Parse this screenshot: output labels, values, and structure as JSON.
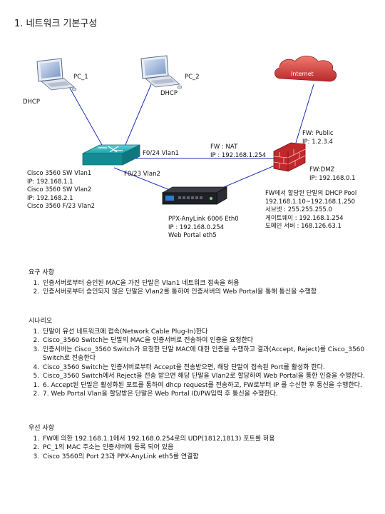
{
  "title": "1. 네트워크 기본구성",
  "diagram": {
    "pc1_label": "PC_1",
    "pc2_label": "PC_2",
    "dhcp_left": "DHCP",
    "dhcp_mid": "DHCP",
    "internet_label": "Internet",
    "fw_nat_lines": [
      "FW : NAT",
      "IP : 192.168.1.254"
    ],
    "fw_public_lines": [
      "FW: Public",
      "IP: 1.2.3.4"
    ],
    "fw_dmz_lines": [
      "FW:DMZ",
      "IP: 192.168.0.1"
    ],
    "port_f024": "F0/24  Vlan1",
    "port_f023": "F0/23 Vlan2",
    "switch_info": [
      "Cisco 3560 SW Vlan1",
      "IP: 192.168.1.1",
      "Cisco 3560 SW Vlan2",
      "IP: 192.168.2.1",
      "Cisco 3560 F/23 Vlan2"
    ],
    "ppx_info": [
      "PPX-AnyLink 6006 Eth0",
      "IP : 192.168.0.254",
      "Web Portal eth5"
    ],
    "dhcp_pool": [
      "FW에서 할당된 단말의 DHCP Pool",
      "192.168.1.10~192.168.1.250",
      "서브넷 : 255.255.255.0",
      "게이트웨이 : 192.168.1.254",
      "도메인 서버 : 168.126.63.1"
    ]
  },
  "requirements": {
    "heading": "요구 사항",
    "items": [
      "인증서버로부터 승인된 MAC을 가진 단말은 Vlan1 네트워크 접속을 허용",
      "인증서버로부터 승인되지 않은 단말은 Vlan2를 통하여 인증서버의 Web Portal을 통해 통신을 수행함"
    ]
  },
  "scenario": {
    "heading": "시나리오",
    "items": [
      "단말이 유선 네트워크에 접속(Network Cable Plug-In)한다",
      "Cisco_3560 Switch는 단말의 MAC을 인증서버로 전송하여 인증을 요청한다",
      "인증서버는 Cisco_3560 Switch가 요청한 단말 MAC에 대한 인증을 수행하고 결과(Accept, Reject)를 Cisco_3560 Switch로 전송한다",
      "Cisco_3560 Switch는 인증서버로부터 Accept을 전송받으면, 해당 단말이 접속된 Port를 활성화 한다.",
      "Cisco_3560 Switch에서 Reject을 전송 받으면 해당 단말을 Vlan2로 할당하여 Web Portal을 통한 인증을 수행한다.",
      "6.   Accept된 단말은 활성화된 포트를 통하여 dhcp request를 전송하고, FW로부터 IP 를 수신한 후 통신을 수행한다.",
      "7.   Web Portal Vlan을 할당받은 단말은 Web Portal ID/PW입력 후 통신을 수행한다."
    ]
  },
  "priority": {
    "heading": "우선 사항",
    "items": [
      "FW에 의한 192.168.1.1에서 192.168.0.254로의 UDP(1812,1813) 포트를 허용",
      "PC_1의 MAC 주소는 인증서버에 등록 되어 있음",
      "Cisco 3560의 Port 23과 PPX-AnyLink eth5를 연결함"
    ]
  },
  "colors": {
    "line": "#1e2fb4",
    "switch": "#1aa0a8",
    "firewall": "#c0282c",
    "internet": "#c33a3a"
  }
}
